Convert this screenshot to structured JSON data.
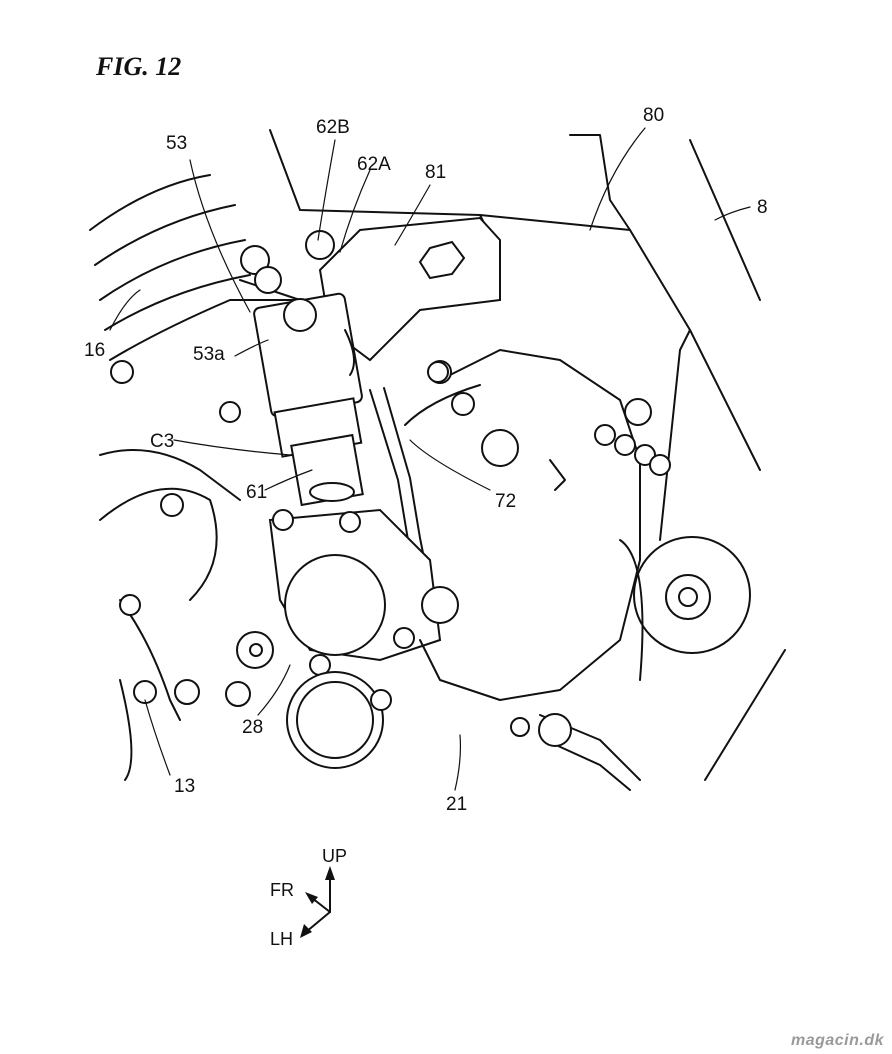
{
  "figure": {
    "title": "FIG. 12"
  },
  "reference_labels": {
    "r53": "53",
    "r62B": "62B",
    "r62A": "62A",
    "r81": "81",
    "r80": "80",
    "r8": "8",
    "r16": "16",
    "r53a": "53a",
    "rC3": "C3",
    "r61": "61",
    "r72": "72",
    "r28": "28",
    "r13": "13",
    "r21": "21"
  },
  "orientation": {
    "up": "UP",
    "front": "FR",
    "left": "LH"
  },
  "watermark": "magacin.dk"
}
